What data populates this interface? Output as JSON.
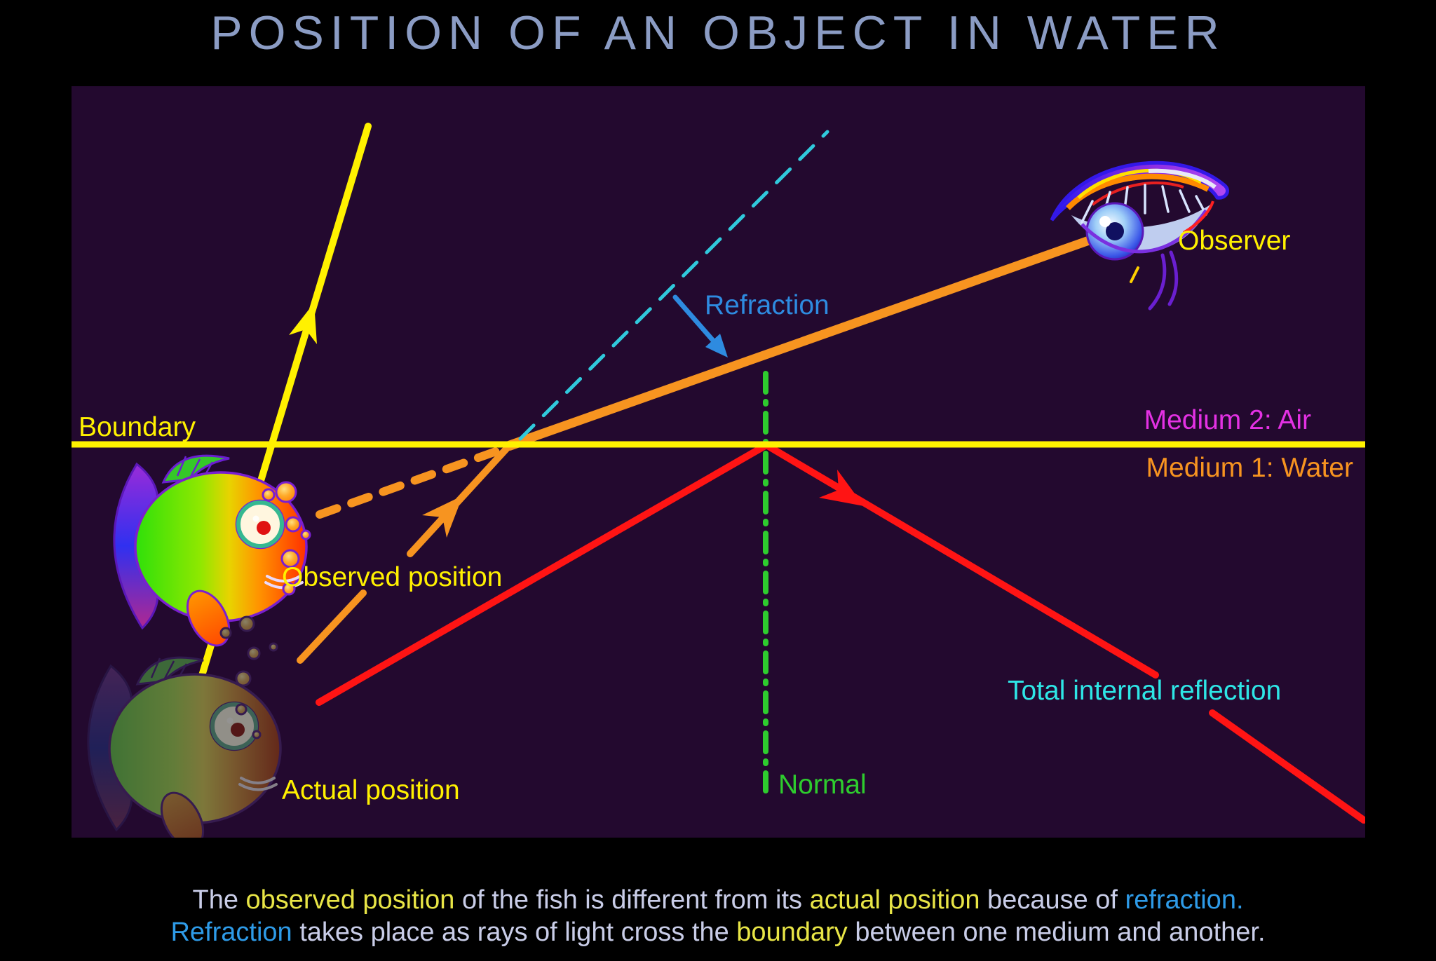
{
  "title": "POSITION OF AN OBJECT IN WATER",
  "diagram": {
    "labels": {
      "boundary": "Boundary",
      "medium2": "Medium 2: Air",
      "medium1": "Medium 1: Water",
      "refraction": "Refraction",
      "observer": "Observer",
      "observed_position": "Observed position",
      "actual_position": "Actual position",
      "total_internal_reflection": "Total internal reflection",
      "normal": "Normal"
    },
    "figures": {
      "observed_fish": "bright-fish-illustration",
      "actual_fish": "dim-fish-illustration",
      "observer_eye": "psychedelic-eye-illustration"
    },
    "rays": {
      "yellow_ray": "ray near normal crossing boundary straight",
      "orange_ray": "light ray from fish refracted at boundary toward observer",
      "orange_dashed": "apparent line of sight to observed position",
      "cyan_dashed": "un-refracted extension of underwater ray",
      "red_ray": "ray undergoing total internal reflection",
      "green_dashdot": "normal to the boundary"
    }
  },
  "caption": {
    "line1": [
      {
        "t": "The ",
        "c": "base"
      },
      {
        "t": "observed position",
        "c": "yellow"
      },
      {
        "t": " of the fish is different from its ",
        "c": "base"
      },
      {
        "t": "actual position",
        "c": "yellow"
      },
      {
        "t": " because of ",
        "c": "base"
      },
      {
        "t": "refraction.",
        "c": "blue"
      }
    ],
    "line2": [
      {
        "t": "Refraction",
        "c": "blue"
      },
      {
        "t": " takes place as rays of light cross the ",
        "c": "base"
      },
      {
        "t": "boundary",
        "c": "yellow"
      },
      {
        "t": " between one medium and another.",
        "c": "base"
      }
    ]
  },
  "colors": {
    "background": "#000000",
    "panel": "#23092F",
    "title": "#8B9CC4",
    "yellow": "#FFF100",
    "orange": "#F79420",
    "red": "#FF1414",
    "magenta": "#E431E4",
    "blue": "#2E8BE0",
    "cyan_label": "#2EE6E6",
    "cyan_dash": "#30C9DC",
    "green": "#2ECC2E",
    "caption_base": "#C9CDE8",
    "caption_yellow": "#E8E546",
    "caption_blue": "#2E9BE8"
  }
}
